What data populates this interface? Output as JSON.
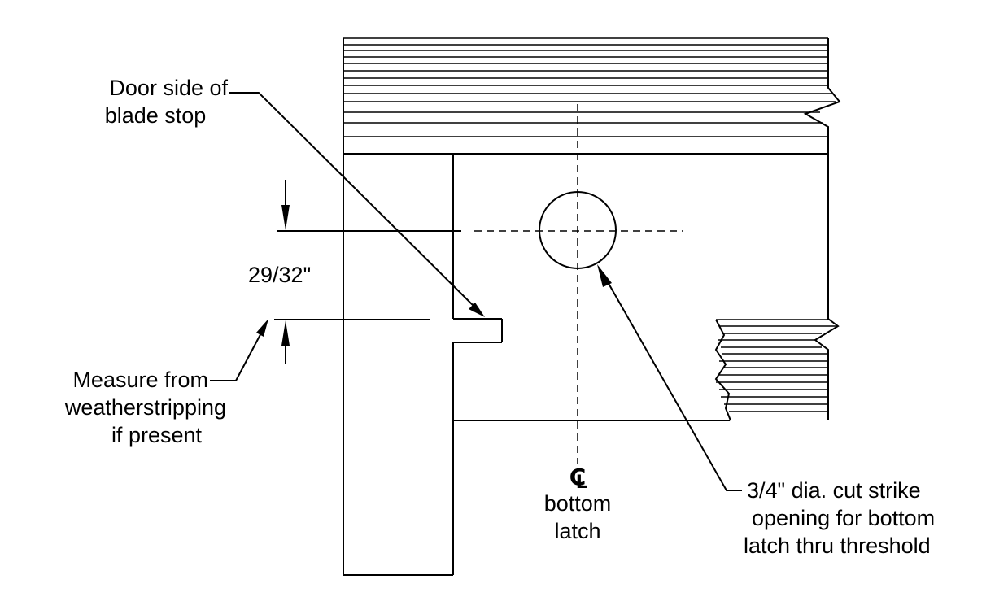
{
  "colors": {
    "ink": "#000000",
    "paper": "#ffffff"
  },
  "labels": {
    "door_side_line1": "Door side of",
    "door_side_line2": "blade stop",
    "dimension": "29/32\"",
    "measure_line1": "Measure from",
    "measure_line2": "weatherstripping",
    "measure_line3": "if present",
    "centerline_symbol": "CL",
    "centerline_line1": "bottom",
    "centerline_line2": "latch",
    "strike_line1": "3/4\" dia. cut strike",
    "strike_line2": "opening for bottom",
    "strike_line3": "latch thru threshold"
  }
}
